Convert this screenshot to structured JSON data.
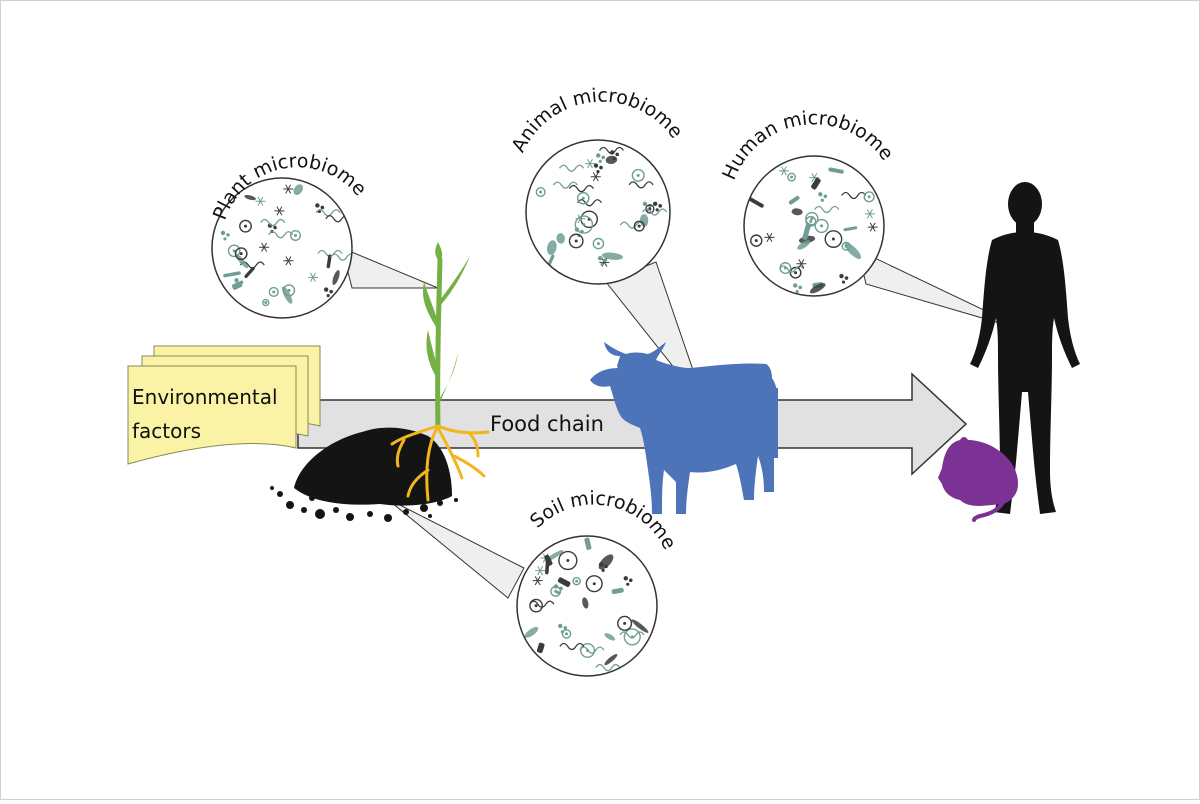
{
  "diagram": {
    "env_label_line1": "Environmental",
    "env_label_line2": "factors",
    "food_chain_label": "Food chain",
    "bubbles": [
      {
        "id": "plant",
        "label": "Plant microbiome"
      },
      {
        "id": "animal",
        "label": "Animal microbiome"
      },
      {
        "id": "human",
        "label": "Human microbiome"
      },
      {
        "id": "soil",
        "label": "Soil microbiome"
      }
    ]
  },
  "colors": {
    "arrow_fill": "#e1e1e1",
    "arrow_stroke": "#333333",
    "note_fill": "#faf3a6",
    "note_stroke": "#888855",
    "plant_green": "#74b043",
    "root_yellow": "#f2b51e",
    "soil_black": "#141414",
    "cow_blue": "#4d73b8",
    "human_black": "#141414",
    "mouse_purple": "#7b3294",
    "bubble_stroke": "#333333",
    "cone_fill": "#efefef",
    "microbe_teal": "#6e9e94",
    "microbe_dark": "#3b3b3b"
  }
}
